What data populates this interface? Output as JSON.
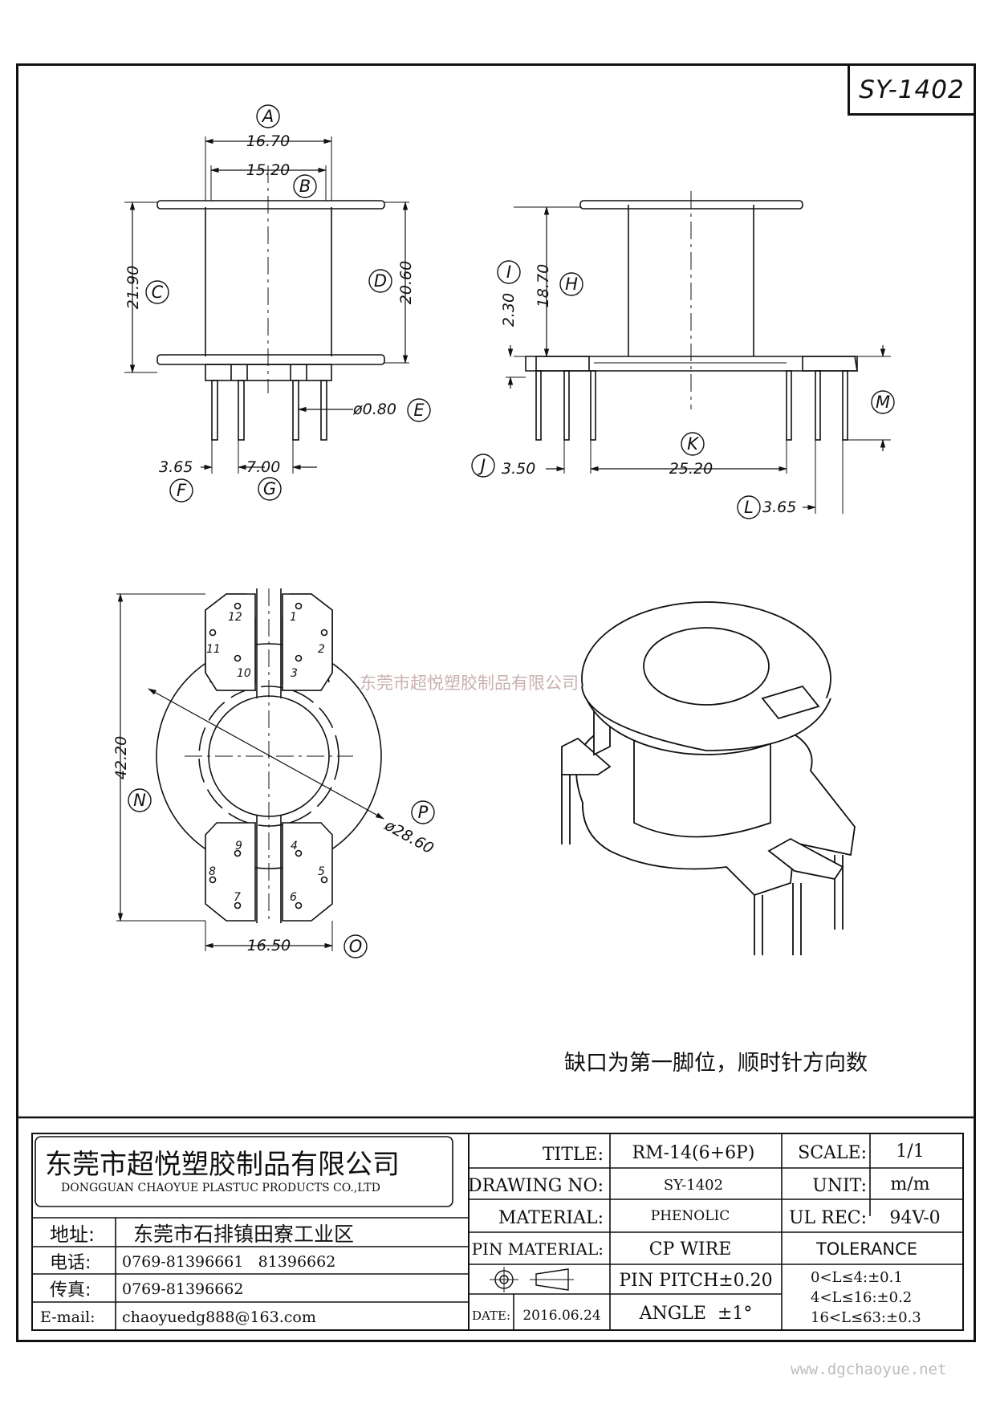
{
  "drawing_id": "SY-1402",
  "dimensions": {
    "A": "16.70",
    "B": "15.20",
    "C": "21.90",
    "D": "20.60",
    "E": "ø0.80",
    "F": "3.65",
    "G": "7.00",
    "H": "18.70",
    "I": "2.30",
    "J": "3.50",
    "K": "25.20",
    "L": "3.65",
    "N": "42.20",
    "O": "16.50",
    "P": "ø28.60"
  },
  "labels": [
    "A",
    "B",
    "C",
    "D",
    "E",
    "F",
    "G",
    "H",
    "I",
    "J",
    "K",
    "L",
    "M",
    "N",
    "O",
    "P"
  ],
  "pin_numbers": [
    "1",
    "2",
    "3",
    "4",
    "5",
    "6",
    "7",
    "8",
    "9",
    "10",
    "11",
    "12"
  ],
  "watermark": "东莞市超悦塑胶制品有限公司",
  "note": "缺口为第一脚位，顺时针方向数",
  "url": "www.dgchaoyue.net",
  "title_block": {
    "company_cn": "东莞市超悦塑胶制品有限公司",
    "company_en": "DONGGUAN CHAOYUE PLASTUC PRODUCTS CO.,LTD",
    "address_label": "地址:",
    "address": "东莞市石排镇田寮工业区",
    "phone_label": "电话:",
    "phone": "0769-81396661   81396662",
    "fax_label": "传真:",
    "fax": "0769-81396662",
    "email_label": "E-mail:",
    "email": "chaoyuedg888@163.com",
    "title_label": "TITLE:",
    "title": "RM-14(6+6P)",
    "drawing_no_label": "DRAWING NO:",
    "drawing_no": "SY-1402",
    "material_label": "MATERIAL:",
    "material": "PHENOLIC",
    "pin_material_label": "PIN MATERIAL:",
    "pin_material": "CP WIRE",
    "date_label": "DATE:",
    "date": "2016.06.24",
    "pin_pitch": "PIN PITCH±0.20",
    "angle": "ANGLE  ±1°",
    "scale_label": "SCALE:",
    "scale": "1/1",
    "unit_label": "UNIT:",
    "unit": "m/m",
    "ul_label": "UL REC:",
    "ul": "94V-0",
    "tolerance_label": "TOLERANCE",
    "tolerances": [
      "0<L≤4:±0.1",
      "4<L≤16:±0.2",
      "16<L≤63:±0.3"
    ]
  }
}
